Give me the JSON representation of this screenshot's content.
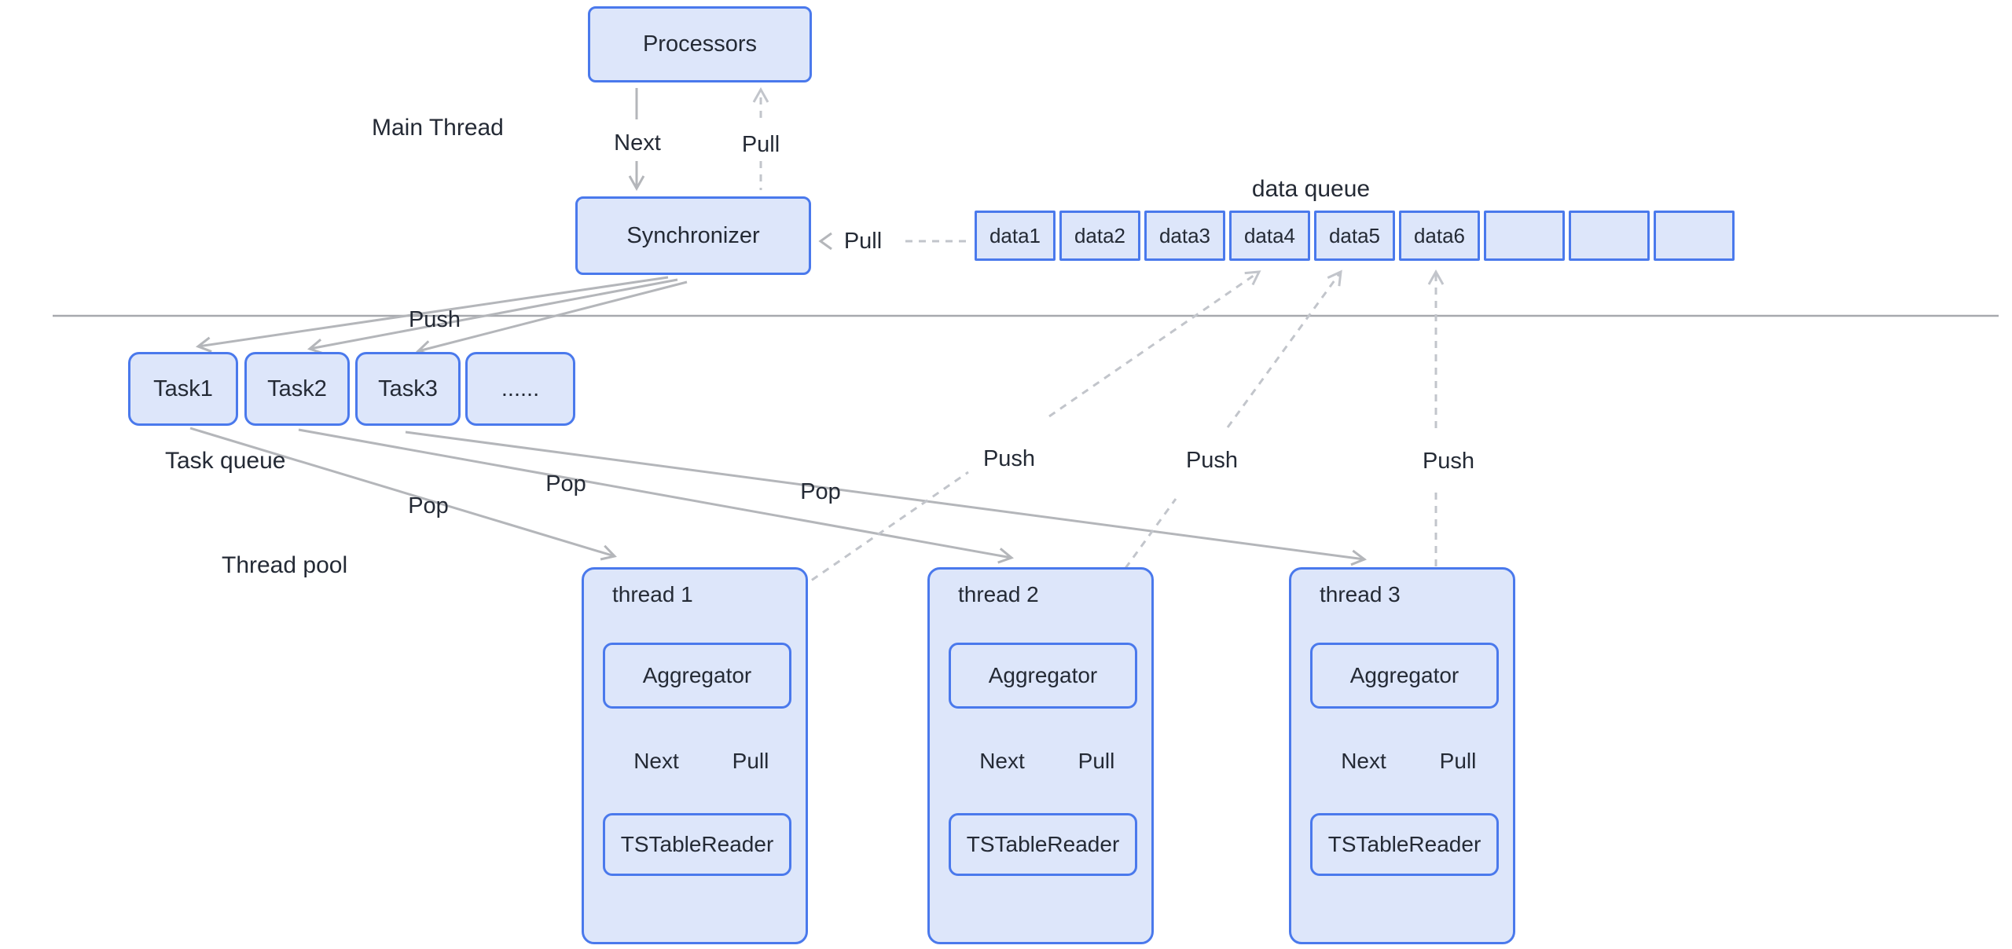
{
  "labels": {
    "main_thread": "Main Thread",
    "push": "Push",
    "pop": "Pop",
    "next": "Next",
    "pull": "Pull",
    "task_queue": "Task queue",
    "thread_pool": "Thread pool"
  },
  "processors": {
    "label": "Processors"
  },
  "synchronizer": {
    "label": "Synchronizer"
  },
  "data_queue": {
    "title": "data queue",
    "cells": [
      "data1",
      "data2",
      "data3",
      "data4",
      "data5",
      "data6",
      "",
      "",
      ""
    ]
  },
  "task_queue": {
    "items": [
      "Task1",
      "Task2",
      "Task3",
      "......"
    ]
  },
  "threads": [
    {
      "label": "thread 1",
      "aggregator": "Aggregator",
      "reader": "TSTableReader"
    },
    {
      "label": "thread 2",
      "aggregator": "Aggregator",
      "reader": "TSTableReader"
    },
    {
      "label": "thread 3",
      "aggregator": "Aggregator",
      "reader": "TSTableReader"
    }
  ],
  "colors": {
    "box_border": "#4a79ec",
    "box_fill": "#dde6fa",
    "arrow_solid": "#b4b6ba",
    "arrow_dashed": "#c2c5cb",
    "divider": "#a7a9ae",
    "text": "#242a35"
  }
}
